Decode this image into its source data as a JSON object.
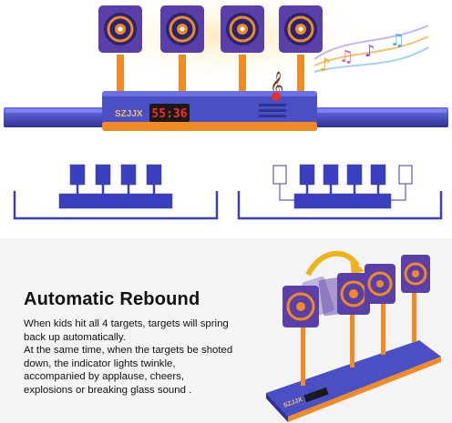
{
  "product": {
    "brand": "SZJJX",
    "display": "55:36"
  },
  "feature": {
    "title": "Automatic Rebound",
    "lines": [
      "When kids hit all 4 targets, targets will spring",
      "back up automatically.",
      "At the same time, when the targets be shoted",
      "down, the indicator lights twinkle,",
      "accompanied by applause, cheers,",
      "explosions or breaking glass sound ."
    ]
  },
  "colors": {
    "base_blue": "#4a4fc4",
    "base_dark": "#2e3290",
    "accent_orange": "#f08a24",
    "target_purple": "#5b3fa8",
    "display_red": "#ff2a2a",
    "diagram_blue": "#3a3fbf"
  }
}
